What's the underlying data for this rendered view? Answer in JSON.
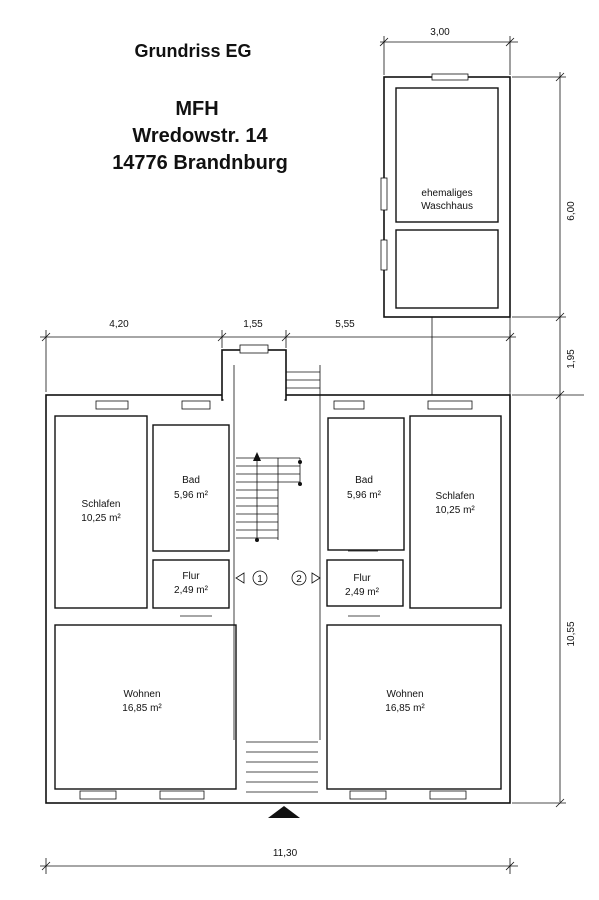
{
  "header": {
    "title": "Grundriss EG",
    "type": "MFH",
    "street": "Wredowstr. 14",
    "city": "14776 Brandnburg"
  },
  "rooms": {
    "waschhaus_line1": "ehemaliges",
    "waschhaus_line2": "Waschhaus",
    "schlafen_left_name": "Schlafen",
    "schlafen_left_area": "10,25 m²",
    "bad_left_name": "Bad",
    "bad_left_area": "5,96 m²",
    "flur_left_name": "Flur",
    "flur_left_area": "2,49 m²",
    "wohnen_left_name": "Wohnen",
    "wohnen_left_area": "16,85 m²",
    "bad_right_name": "Bad",
    "bad_right_area": "5,96 m²",
    "schlafen_right_name": "Schlafen",
    "schlafen_right_area": "10,25 m²",
    "flur_right_name": "Flur",
    "flur_right_area": "2,49 m²",
    "wohnen_right_name": "Wohnen",
    "wohnen_right_area": "16,85 m²"
  },
  "markers": {
    "unit_left": "1",
    "unit_right": "2"
  },
  "dimensions": {
    "top_waschhaus": "3,00",
    "top_left": "4,20",
    "top_middle": "1,55",
    "top_right": "5,55",
    "right_waschhaus": "6,00",
    "right_gap": "1,95",
    "right_main": "10,55",
    "bottom_total": "11,30"
  }
}
